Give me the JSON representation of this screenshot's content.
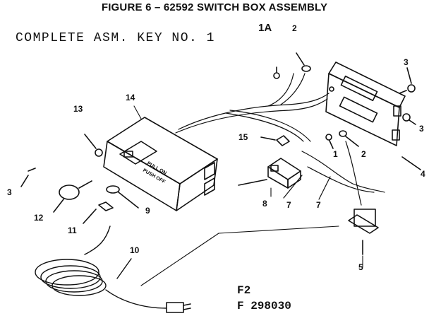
{
  "title": "FIGURE 6 – 62592 SWITCH BOX ASSEMBLY",
  "subtitle": "COMPLETE ASM. KEY NO. 1",
  "switch_text": {
    "line1": "PULL ON",
    "line2": "PUSH OFF"
  },
  "callouts": [
    "1A",
    "2",
    "3",
    "3",
    "2",
    "1",
    "4",
    "14",
    "13",
    "15",
    "3",
    "12",
    "11",
    "9",
    "8",
    "7",
    "7",
    "10",
    "5"
  ],
  "codes": {
    "line1": "F2",
    "line2": "F 298030"
  }
}
